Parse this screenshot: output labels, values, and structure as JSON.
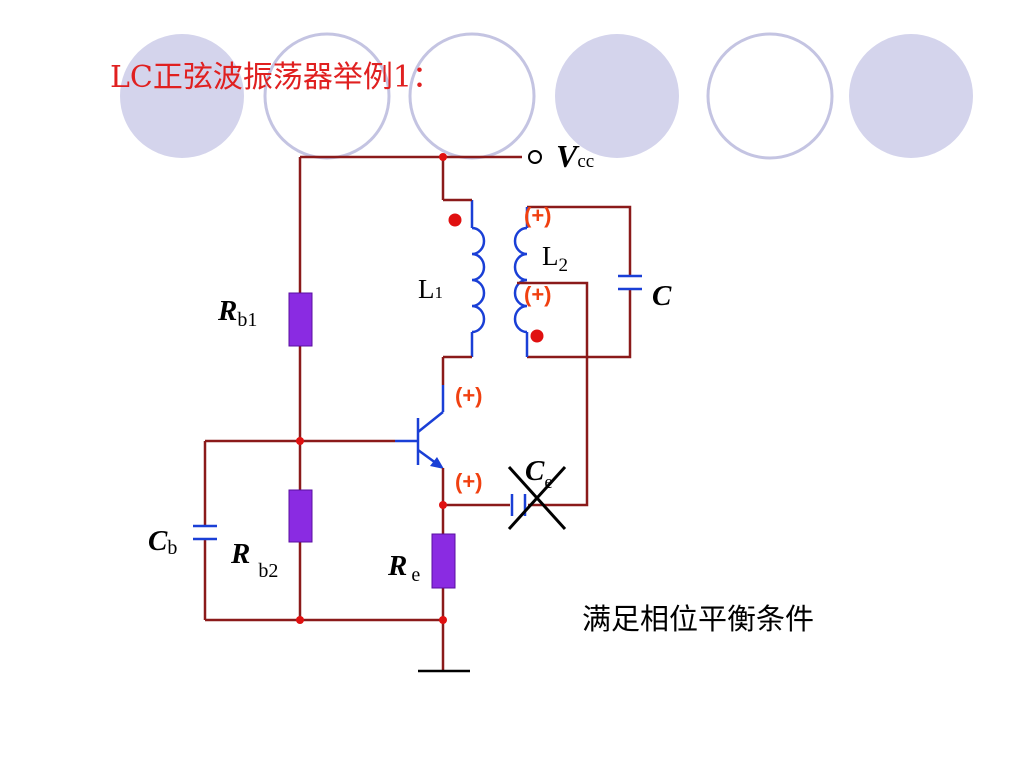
{
  "slide": {
    "title": "LC正弦波振荡器举例1：",
    "caption": "满足相位平衡条件",
    "decor_colors": {
      "filled": "#d4d4ec",
      "outline": "#c4c4e2"
    }
  },
  "circuit": {
    "wire_color": "#8b1a1a",
    "component_color": "#1a3fd6",
    "resistor_color": "#8a2be2",
    "node_color": "#e01010",
    "labels": {
      "vcc_main": "V",
      "vcc_sub": "cc",
      "l1_main": "L",
      "l1_sub": "1",
      "l2_main": "L",
      "l2_sub": "2",
      "c_main": "C",
      "rb1_main": "R",
      "rb1_sub": "b1",
      "rb2_main": "R",
      "rb2_sub": "b2",
      "re_main": "R",
      "re_sub": "e",
      "cb_main": "C",
      "cb_sub": "b",
      "ce_main": "C",
      "ce_sub": "e"
    },
    "phase_marks": [
      "(+)",
      "(+)",
      "(+)",
      "(+)"
    ]
  }
}
